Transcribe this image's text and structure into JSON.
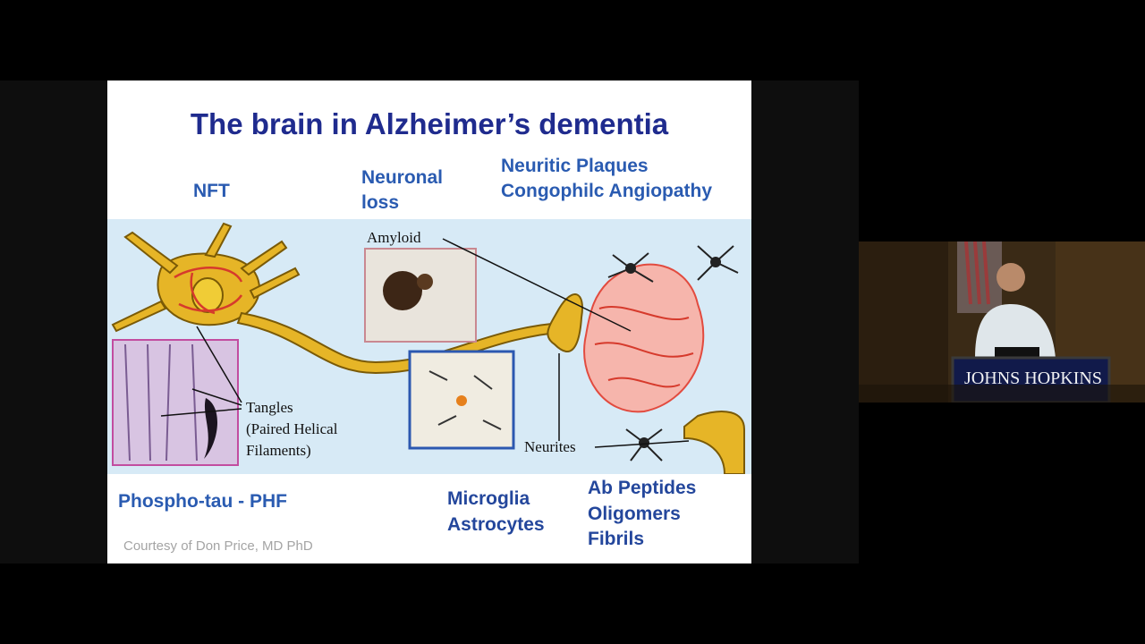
{
  "slide": {
    "title": "The brain in Alzheimer’s dementia",
    "labels": {
      "nft": "NFT",
      "neuronal_loss_1": "Neuronal",
      "neuronal_loss_2": "loss",
      "plaques_1": "Neuritic Plaques",
      "plaques_2": "Congophilc Angiopathy",
      "phospho": "Phospho-tau - PHF",
      "microglia": "Microglia",
      "astrocytes": "Astrocytes",
      "ab_peptides": "Ab Peptides",
      "oligomers": "Oligomers",
      "fibrils": "Fibrils"
    },
    "diagram": {
      "amyloid": "Amyloid",
      "tangles_1": "Tangles",
      "tangles_2": "(Paired Helical",
      "tangles_3": "Filaments)",
      "neurites": "Neurites"
    },
    "credit": "Courtesy of Don Price, MD PhD"
  },
  "video": {
    "podium_text": "JOHNS HOPKINS"
  },
  "colors": {
    "title": "#1f2b8e",
    "label": "#2a5bb1",
    "neuron": "#e6b527",
    "plaque": "#e24b3f",
    "diagram_bg": "#d7eaf6"
  }
}
